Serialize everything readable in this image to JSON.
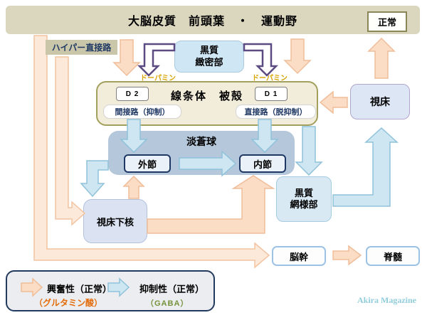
{
  "header": {
    "title": "大脳皮質　前頭葉　・　運動野",
    "status": "正常"
  },
  "labels": {
    "hyperdirect": "ハイパー直接路",
    "dopamine": "ドーパミン"
  },
  "nodes": {
    "snc": "黒質\n緻密部",
    "striatum_title": "線条体　被殻",
    "d2": "D 2",
    "d1": "D 1",
    "indirect": "間接路（抑制）",
    "direct": "直接路（脱抑制）",
    "gp_title": "淡蒼球",
    "gpe": "外節",
    "gpi": "内節",
    "thalamus": "視床",
    "stn": "視床下核",
    "snr": "黒質\n網様部",
    "brainstem": "脳幹",
    "spinal": "脊髄"
  },
  "legend": {
    "excitatory": "興奮性（正常）",
    "excitatory_sub": "（グルタミン酸）",
    "inhibitory": "抑制性（正常）",
    "inhibitory_sub": "（GABA）"
  },
  "credit": "Akira Magazine",
  "colors": {
    "banner_bg": "#dbd7bf",
    "excitatory_arrow_fill": "#fbddc6",
    "excitatory_arrow_border": "#f0bd98",
    "inhibitory_arrow_fill": "#cde6f2",
    "inhibitory_arrow_border": "#8fc2d9",
    "dopamine_arrow_border": "#5c4a82",
    "dopamine_text": "#d9a300",
    "glutamate_text": "#e36c0a",
    "gaba_text": "#76923c",
    "navy_text": "#1f3864",
    "credit_text": "#92cddc"
  }
}
